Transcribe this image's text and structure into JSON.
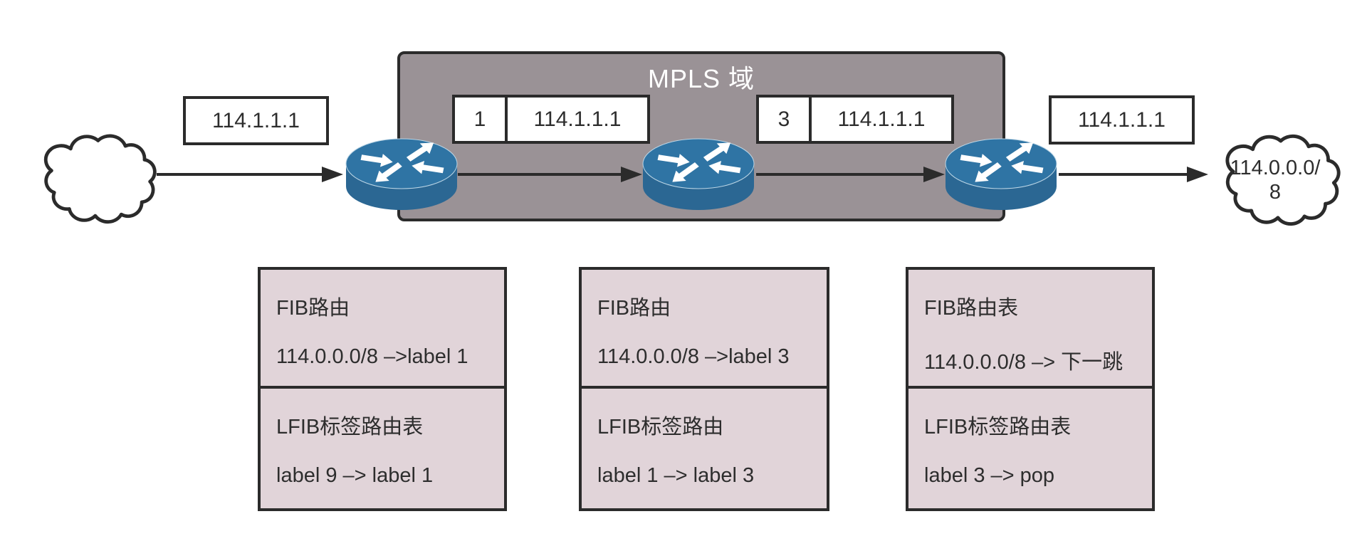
{
  "title": "MPLS 域",
  "clouds": {
    "destination": {
      "line1": "114.0.0.0/",
      "line2": "8"
    }
  },
  "packets": {
    "ingress": {
      "ip": "114.1.1.1"
    },
    "mpls1": {
      "label": "1",
      "ip": "114.1.1.1"
    },
    "mpls2": {
      "label": "3",
      "ip": "114.1.1.1"
    },
    "egress": {
      "ip": "114.1.1.1"
    }
  },
  "tables": [
    {
      "fib_title": "FIB路由",
      "fib_entry": "114.0.0.0/8 –>label 1",
      "lfib_title": "LFIB标签路由表",
      "lfib_entry": "label 9 –> label 1"
    },
    {
      "fib_title": "FIB路由",
      "fib_entry": "114.0.0.0/8 –>label 3",
      "lfib_title": "LFIB标签路由",
      "lfib_entry": "label 1 –> label 3"
    },
    {
      "fib_title": "FIB路由表",
      "fib_entry": "114.0.0.0/8 –> 下一跳",
      "lfib_title": "LFIB标签路由表",
      "lfib_entry": "label 3 –> pop"
    }
  ],
  "colors": {
    "mpls_domain_fill": "#9a9296",
    "table_fill": "#e1d4d9",
    "border_dark": "#2b2b2b",
    "router_top": "#2f74a4",
    "router_side": "#2b6793",
    "packet_fill": "#ffffff",
    "title_text": "#ffffff",
    "text_dark": "#2d2d2d",
    "background": "#ffffff"
  }
}
